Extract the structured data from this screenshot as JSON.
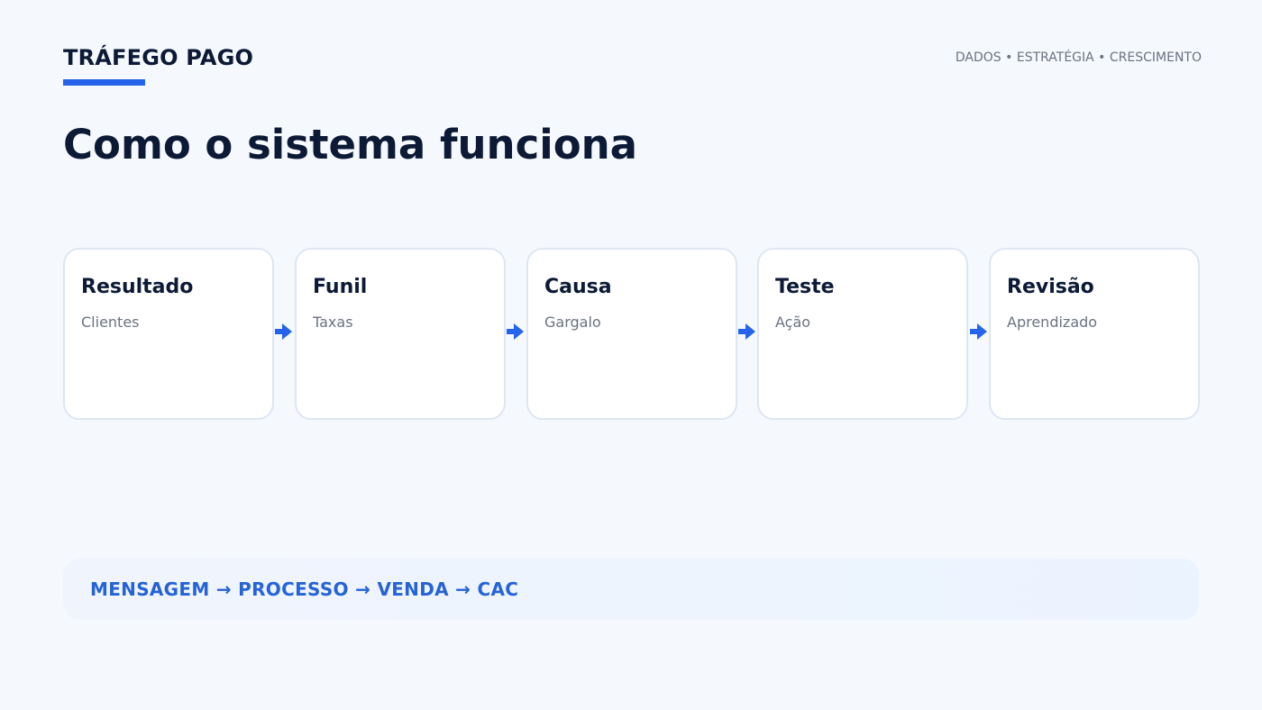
{
  "header": {
    "brand": "TRÁFEGO PAGO",
    "tagline": "DADOS • ESTRATÉGIA • CRESCIMENTO",
    "accent_color": "#2563eb"
  },
  "main": {
    "title": "Como o sistema funciona"
  },
  "flow": {
    "steps": [
      {
        "title": "Resultado",
        "subtitle": "Clientes"
      },
      {
        "title": "Funil",
        "subtitle": "Taxas"
      },
      {
        "title": "Causa",
        "subtitle": "Gargalo"
      },
      {
        "title": "Teste",
        "subtitle": "Ação"
      },
      {
        "title": "Revisão",
        "subtitle": "Aprendizado"
      }
    ],
    "arrow_icon": "arrow-right-icon",
    "arrow_color": "#2563eb"
  },
  "footer": {
    "banner": "MENSAGEM → PROCESSO → VENDA → CAC"
  }
}
